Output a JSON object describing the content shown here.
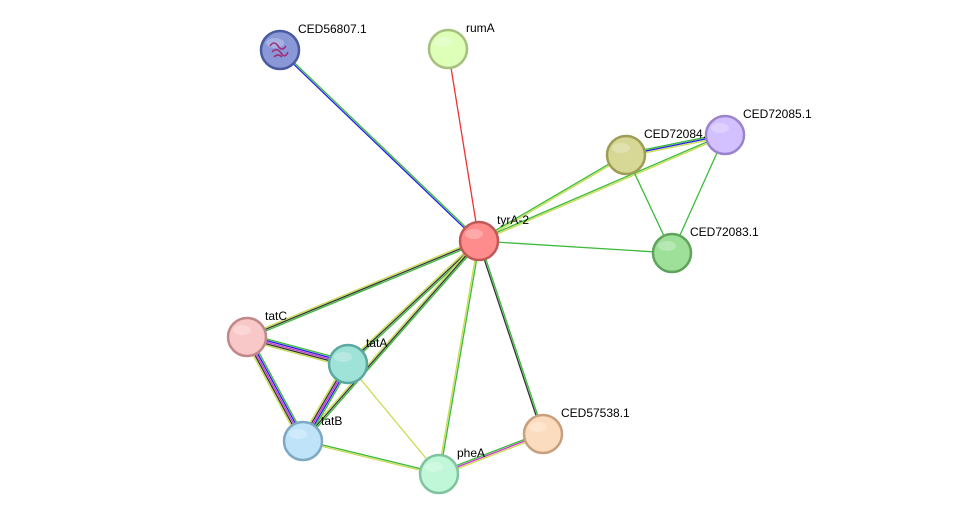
{
  "nodes": [
    {
      "id": "tyrA-2",
      "label": "tyrA-2",
      "fill": "#ff8c8c",
      "stroke": "#c05858"
    },
    {
      "id": "CED56807.1",
      "label": "CED56807.1",
      "fill": "#8a98d8",
      "stroke": "#4a5aa0",
      "has_structure": true
    },
    {
      "id": "rumA",
      "label": "rumA",
      "fill": "#ddffb8",
      "stroke": "#a6c07e"
    },
    {
      "id": "CED72084.1",
      "label": "CED72084.",
      "fill": "#d7d796",
      "stroke": "#9d9d55"
    },
    {
      "id": "CED72085.1",
      "label": "CED72085.1",
      "fill": "#d2c0ff",
      "stroke": "#9a84cc"
    },
    {
      "id": "CED72083.1",
      "label": "CED72083.1",
      "fill": "#9ee09a",
      "stroke": "#5ea45a"
    },
    {
      "id": "tatC",
      "label": "tatC",
      "fill": "#f8c8c8",
      "stroke": "#c08888"
    },
    {
      "id": "tatA",
      "label": "tatA",
      "fill": "#9fe2d8",
      "stroke": "#5aa89e"
    },
    {
      "id": "tatB",
      "label": "tatB",
      "fill": "#bfe4fa",
      "stroke": "#7fa8c2"
    },
    {
      "id": "pheA",
      "label": "pheA",
      "fill": "#c0f7d8",
      "stroke": "#7fc49c"
    },
    {
      "id": "CED57538.1",
      "label": "CED57538.1",
      "fill": "#fcdcbe",
      "stroke": "#c8a07e"
    }
  ],
  "edges": [
    {
      "source": "CED56807.1",
      "target": "tyrA-2",
      "colors": [
        "#3cba3c",
        "#1f1fe0"
      ]
    },
    {
      "source": "rumA",
      "target": "tyrA-2",
      "colors": [
        "#ee3333"
      ]
    },
    {
      "source": "tyrA-2",
      "target": "CED72084.1",
      "colors": [
        "#3cba3c",
        "#c8dc50"
      ]
    },
    {
      "source": "tyrA-2",
      "target": "CED72085.1",
      "colors": [
        "#3cba3c",
        "#c8dc50"
      ]
    },
    {
      "source": "tyrA-2",
      "target": "CED72083.1",
      "colors": [
        "#3cba3c"
      ]
    },
    {
      "source": "CED72084.1",
      "target": "CED72085.1",
      "colors": [
        "#3cba3c",
        "#1f1fe0",
        "#c8dc50"
      ]
    },
    {
      "source": "CED72084.1",
      "target": "CED72083.1",
      "colors": [
        "#3cba3c"
      ]
    },
    {
      "source": "CED72085.1",
      "target": "CED72083.1",
      "colors": [
        "#3cba3c"
      ]
    },
    {
      "source": "tyrA-2",
      "target": "tatC",
      "colors": [
        "#3cba3c",
        "#333333",
        "#c8dc50"
      ]
    },
    {
      "source": "tyrA-2",
      "target": "tatA",
      "colors": [
        "#3cba3c",
        "#333333",
        "#c8dc50"
      ]
    },
    {
      "source": "tyrA-2",
      "target": "tatB",
      "colors": [
        "#3cba3c",
        "#333333",
        "#c8dc50"
      ]
    },
    {
      "source": "tyrA-2",
      "target": "pheA",
      "colors": [
        "#3cba3c",
        "#c8dc50"
      ]
    },
    {
      "source": "tyrA-2",
      "target": "CED57538.1",
      "colors": [
        "#3cba3c",
        "#333333"
      ]
    },
    {
      "source": "tatC",
      "target": "tatA",
      "colors": [
        "#3cba3c",
        "#1f1fe0",
        "#cc33cc",
        "#333333",
        "#c8dc50"
      ]
    },
    {
      "source": "tatC",
      "target": "tatB",
      "colors": [
        "#3cba3c",
        "#1f1fe0",
        "#cc33cc",
        "#333333",
        "#c8dc50"
      ]
    },
    {
      "source": "tatA",
      "target": "tatB",
      "colors": [
        "#3cba3c",
        "#1f1fe0",
        "#cc33cc",
        "#333333",
        "#c8dc50"
      ]
    },
    {
      "source": "tatA",
      "target": "pheA",
      "colors": [
        "#c8dc50"
      ]
    },
    {
      "source": "tatB",
      "target": "pheA",
      "colors": [
        "#3cba3c",
        "#c8dc50"
      ]
    },
    {
      "source": "pheA",
      "target": "CED57538.1",
      "colors": [
        "#3cba3c",
        "#cc33cc",
        "#c8dc50"
      ]
    }
  ]
}
